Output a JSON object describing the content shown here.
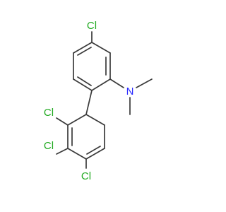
{
  "molecule": {
    "atom_labels": {
      "cl_top": "Cl",
      "cl_2": "Cl",
      "cl_3": "Cl",
      "cl_4": "Cl",
      "nitrogen": "N"
    },
    "colors": {
      "bond": "#3a3a3a",
      "chlorine": "#22aa22",
      "nitrogen": "#2b2bff",
      "background": "#ffffff"
    }
  }
}
